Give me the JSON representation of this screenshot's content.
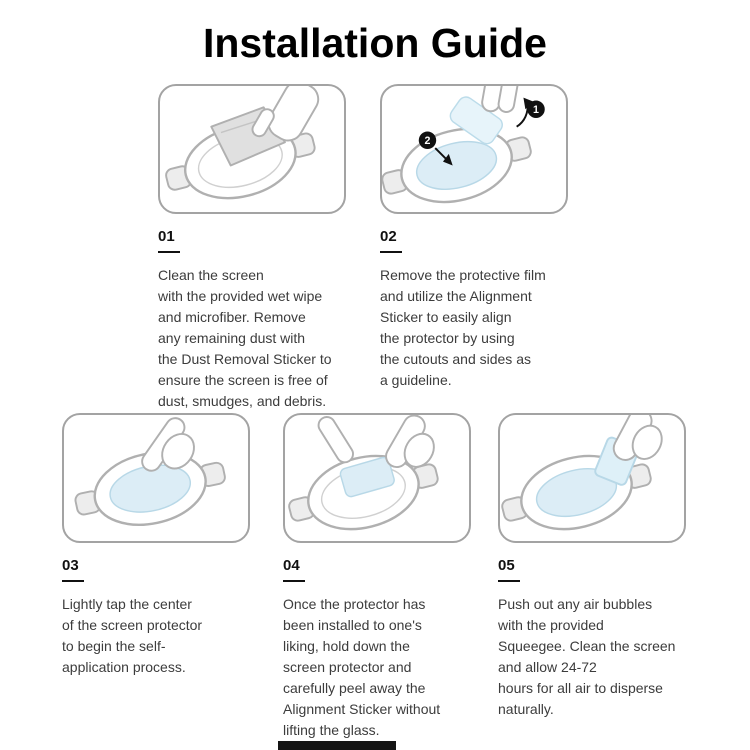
{
  "title": "Installation Guide",
  "colors": {
    "film_blue": "#dcedf6",
    "film_stroke": "#b8d8e7",
    "line_gray": "#b0b0b0",
    "badge_black": "#111111"
  },
  "steps": [
    {
      "number": "01",
      "text": "Clean the screen\nwith the provided wet wipe\nand microfiber. Remove\nany remaining dust with\nthe Dust Removal Sticker to\nensure the screen is free of\ndust, smudges, and debris."
    },
    {
      "number": "02",
      "text": "Remove the protective film\nand utilize the Alignment\nSticker to easily align\nthe protector by using\nthe cutouts and sides as\na guideline.",
      "badges": [
        "1",
        "2"
      ]
    },
    {
      "number": "03",
      "text": "Lightly tap the center\nof the screen protector\nto begin the self-\napplication process."
    },
    {
      "number": "04",
      "text": "Once the protector has\nbeen installed to one's\nliking, hold down the\nscreen protector and\ncarefully peel away the\nAlignment Sticker without\nlifting the glass."
    },
    {
      "number": "05",
      "text": "Push out any air bubbles\nwith the provided\nSqueegee. Clean the screen\nand allow 24-72\nhours for all air to disperse\nnaturally."
    }
  ]
}
